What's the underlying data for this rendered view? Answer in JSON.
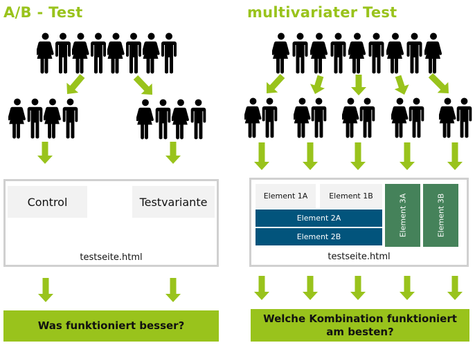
{
  "ab": {
    "title": "A/B - Test",
    "control": "Control",
    "variant": "Testvariante",
    "file": "testseite.html",
    "question": "Was funktioniert besser?"
  },
  "mv": {
    "title": "multivariater Test",
    "element_1a": "Element 1A",
    "element_1b": "Element 1B",
    "element_2a": "Element 2A",
    "element_2b": "Element 2B",
    "element_3a": "Element 3A",
    "element_3b": "Element 3B",
    "file": "testseite.html",
    "question_line1": "Welche Kombination funktioniert",
    "question_line2": "am besten?"
  },
  "colors": {
    "accent": "#99c31c",
    "blue": "#02547c",
    "green": "#45825a",
    "box_border": "#d0d0d0",
    "gray": "#f2f2f2"
  }
}
